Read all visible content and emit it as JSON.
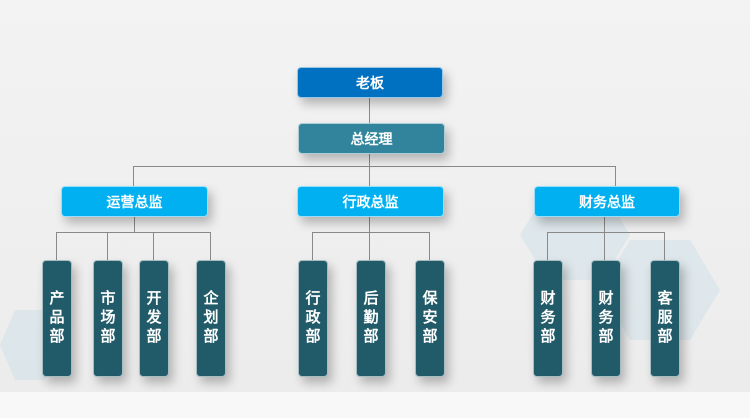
{
  "boss": "老板",
  "general_manager": "总经理",
  "directors": [
    {
      "label": "运营总监",
      "departments": [
        "产品部",
        "市场部",
        "开发部",
        "企划部"
      ]
    },
    {
      "label": "行政总监",
      "departments": [
        "行政部",
        "后勤部",
        "保安部"
      ]
    },
    {
      "label": "财务总监",
      "departments": [
        "财务部",
        "财务部",
        "客服部"
      ]
    }
  ],
  "colors": {
    "boss": "#0070c0",
    "general_manager": "#31849b",
    "director": "#00b0f0",
    "department": "#215a68"
  }
}
